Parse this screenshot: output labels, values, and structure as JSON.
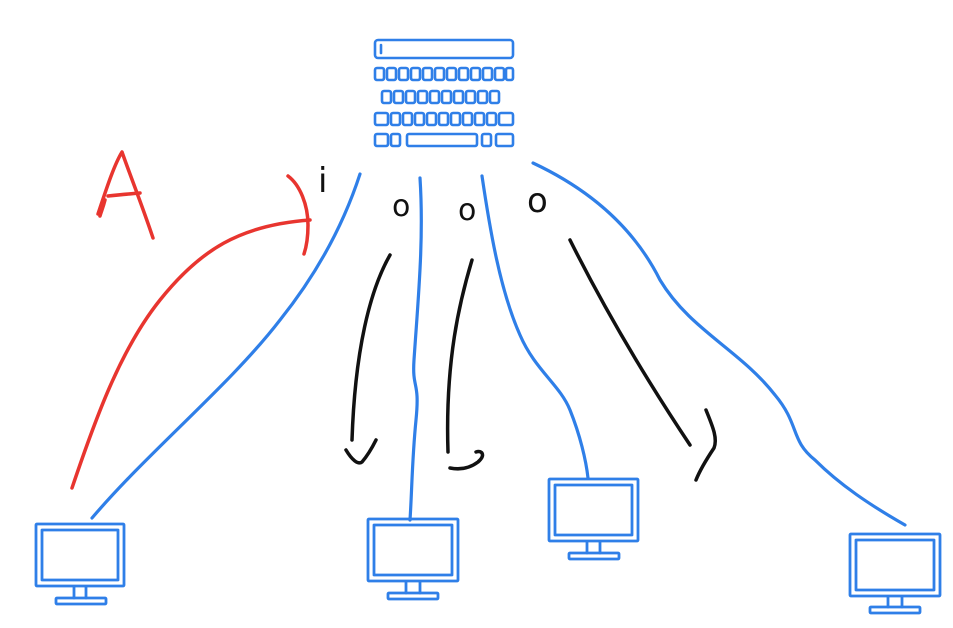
{
  "colors": {
    "blue": "#2F7FE8",
    "red": "#E8352F",
    "black": "#111111",
    "background": "#ffffff"
  },
  "hub": {
    "icon": "keyboard-icon"
  },
  "annotations": {
    "red_letter": "A",
    "label_1": "i",
    "label_2": "o",
    "label_3": "o",
    "label_4": "o"
  },
  "monitors": [
    {
      "icon": "monitor-icon"
    },
    {
      "icon": "monitor-icon"
    },
    {
      "icon": "monitor-icon"
    },
    {
      "icon": "monitor-icon"
    }
  ]
}
